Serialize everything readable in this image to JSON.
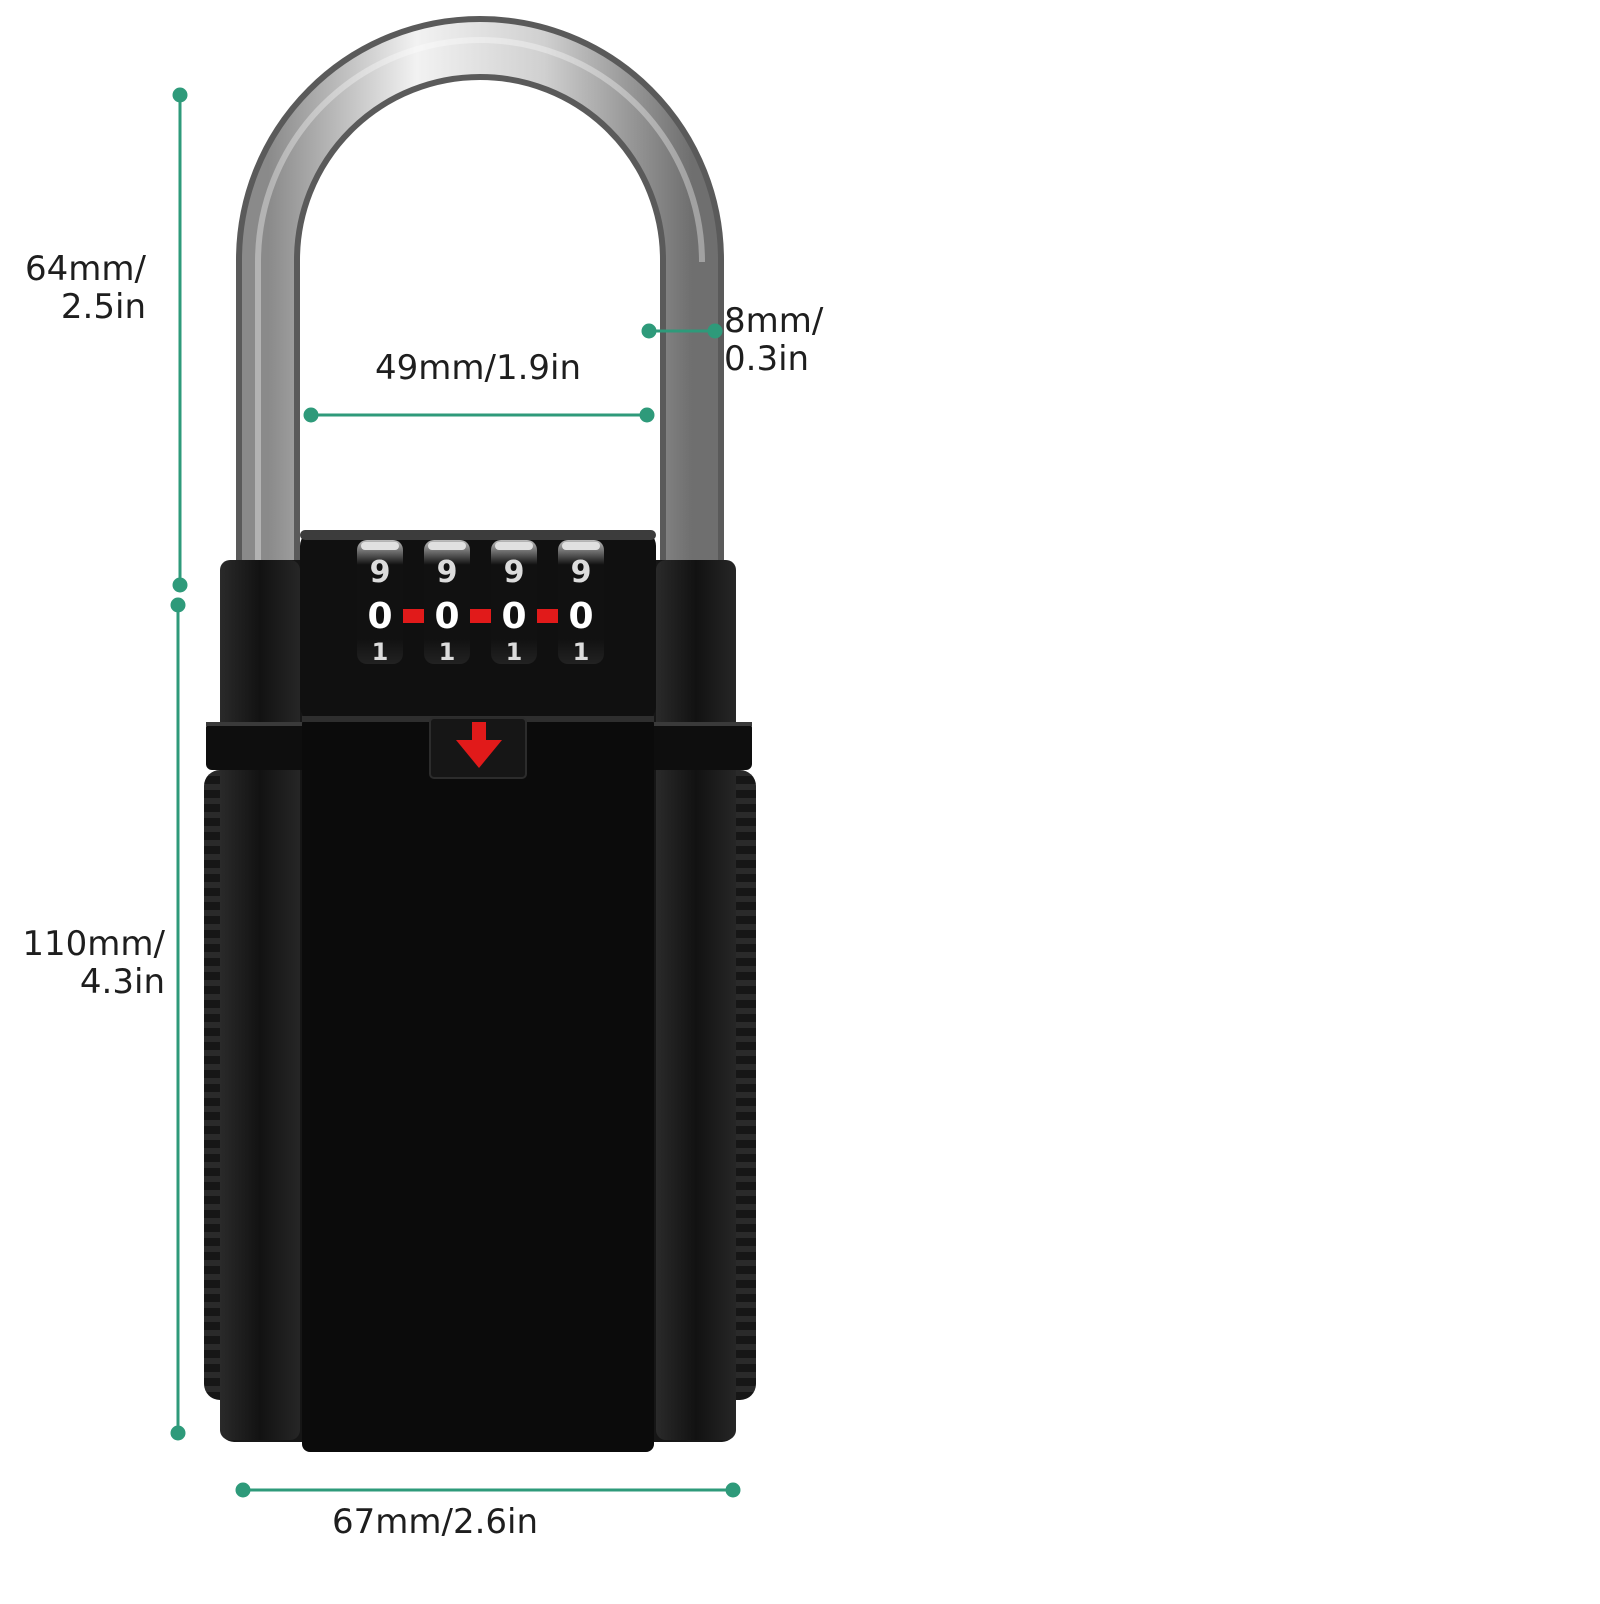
{
  "product": {
    "name": "combination key lock box",
    "colors": {
      "body": "#111111",
      "shackle": "#c4c4c4",
      "dimension_line": "#2e9a7a",
      "indicator": "#e11a1a",
      "background": "#ffffff"
    },
    "dials": [
      {
        "top_digit": "9",
        "current_digit": "0",
        "bottom_digit": "1"
      },
      {
        "top_digit": "9",
        "current_digit": "0",
        "bottom_digit": "1"
      },
      {
        "top_digit": "9",
        "current_digit": "0",
        "bottom_digit": "1"
      },
      {
        "top_digit": "9",
        "current_digit": "0",
        "bottom_digit": "1"
      }
    ],
    "slider_arrow_icon": "arrow-down-icon"
  },
  "dimensions": {
    "shackle_height": {
      "line1": "64mm/",
      "line2": "2.5in"
    },
    "shackle_inner_width": {
      "text": "49mm/1.9in"
    },
    "shackle_thickness": {
      "line1": "8mm/",
      "line2": "0.3in"
    },
    "body_height": {
      "line1": "110mm/",
      "line2": "4.3in"
    },
    "body_width": {
      "text": "67mm/2.6in"
    }
  }
}
